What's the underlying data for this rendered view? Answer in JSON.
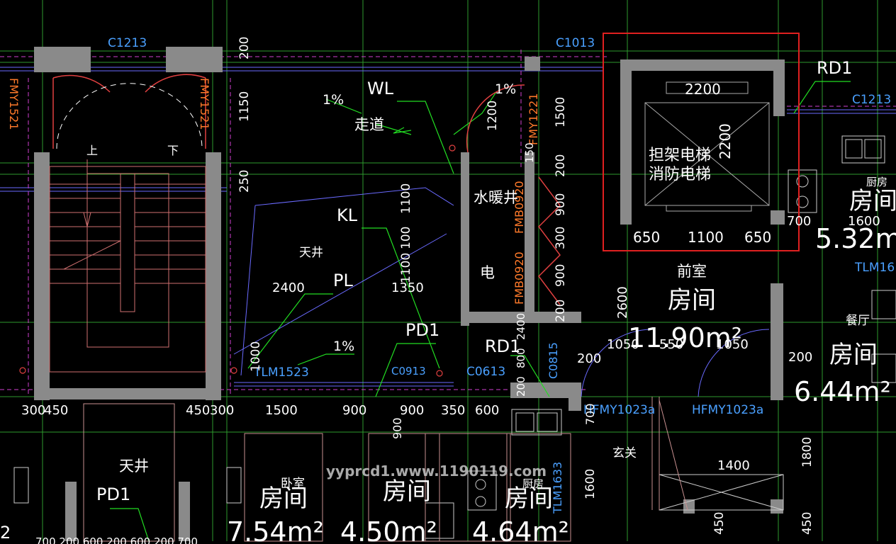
{
  "colors": {
    "background": "#000000",
    "wall": "#8a8a8a",
    "column": "#aaaaaa",
    "axis": "#3fbf3f",
    "window": "#7070ff",
    "door_arc": "#e04040",
    "dim_text": "#ffffff",
    "tag_text": "#4aa0ff",
    "fire_door_text": "#ff7a2a",
    "highlight": "#e02020",
    "annot_line": "#22dd22",
    "stair": "#d07070",
    "watermark": "#c8c8c8"
  },
  "labels": {
    "c1213_top": "C1213",
    "c1013": "C1013",
    "c1213_right": "C1213",
    "rd1_top": "RD1",
    "rd1_mid": "RD1",
    "wl": "WL",
    "kl": "KL",
    "pl": "PL",
    "pd1_mid": "PD1",
    "pd1_bottom": "PD1",
    "fmy_left": "FMY1521",
    "fmy_right": "FMY1521",
    "fmy1221": "FMY1221",
    "fmb0920_top": "FMB0920",
    "fmb0920_bottom": "FMB0920",
    "tlm1523": "TLM1523",
    "c0913": "C0913",
    "c0613": "C0613",
    "c0815": "C0815",
    "hfmy_left": "HFMY1023a",
    "hfmy_right": "HFMY1023a",
    "tlm1633": "TLM1633",
    "tlm16": "TLM16",
    "up": "上",
    "down": "下",
    "corridor": "走道",
    "slope_1": "1%",
    "slope_2": "1%",
    "slope_3": "1%",
    "skywell_1": "天井",
    "skywell_2": "天井",
    "water_heating_shaft": "水暖井",
    "electric": "电",
    "elevator_line1": "担架电梯",
    "elevator_line2": "消防电梯",
    "lobby": "前室",
    "entrance": "玄关",
    "dining": "餐厅",
    "kitchen_1": "厨房",
    "kitchen_2": "厨房",
    "bedroom": "卧室",
    "room_1": "房间",
    "room_1_area": "11.90m²",
    "room_2": "房间",
    "room_2_area": "6.44m²",
    "room_3": "房间",
    "room_3_area": "5.32m",
    "room_4": "房间",
    "room_4_area": "7.54m²",
    "room_5": "房间",
    "room_5_area": "4.50m²",
    "room_6": "房间",
    "room_6_area": "4.64m²",
    "room_left_area": "2",
    "watermark": "yyprcd1.www.1190119.com"
  },
  "dimensions": {
    "elevator_width": "2200",
    "elevator_depth": "2200",
    "elev_bottom_1": "650",
    "elev_bottom_2": "1100",
    "elev_bottom_3": "650",
    "right_700": "700",
    "right_1600": "1600",
    "d2400": "2400",
    "d1350": "1350",
    "d1100": "1100",
    "d100": "100",
    "d1100b": "1100",
    "d1200": "1200",
    "d1500_vert": "1500",
    "d150": "150",
    "d200_a": "200",
    "d900_a": "900",
    "d300": "300",
    "d900_b": "900",
    "d200_b": "200",
    "d200_top": "200",
    "d1150": "1150",
    "d250": "250",
    "d2600": "2600",
    "d1050_a": "1050",
    "d550": "550",
    "d1050_b": "1050",
    "d200_right": "200",
    "d200_c": "200",
    "d1000": "1000",
    "d2400_v": "2400",
    "d800": "800",
    "d200_d": "200",
    "b300a": "300",
    "b450a": "450",
    "b450b": "450",
    "b300b": "300",
    "b1500": "1500",
    "b900a": "900",
    "b900b": "900",
    "b350": "350",
    "b600": "600",
    "b900_v": "900",
    "b700": "700",
    "b1400": "1400",
    "b1800": "1800",
    "b1600": "1600",
    "b450_v": "450",
    "b450_v2": "450",
    "b_bottom_row": "700 200 600 200 600 200 700"
  }
}
